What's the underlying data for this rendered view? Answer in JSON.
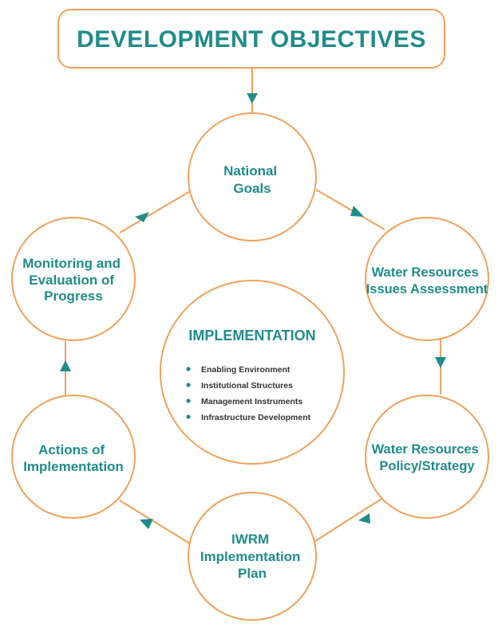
{
  "title": "DEVELOPMENT OBJECTIVES",
  "colors": {
    "accent": "#1f8c8a",
    "outline": "#f0a05a",
    "bullet_text": "#333333"
  },
  "center": {
    "heading": "IMPLEMENTATION",
    "bullets": [
      "Enabling Environment",
      "Institutional Structures",
      "Management Instruments",
      "Infrastructure Development"
    ]
  },
  "nodes": [
    {
      "id": "national-goals",
      "lines": [
        "National",
        "Goals"
      ]
    },
    {
      "id": "water-resources-issues-assessment",
      "lines": [
        "Water Resources",
        "Issues Assessment"
      ]
    },
    {
      "id": "water-resources-policy-strategy",
      "lines": [
        "Water Resources",
        "Policy/Strategy"
      ]
    },
    {
      "id": "iwrm-implementation-plan",
      "lines": [
        "IWRM",
        "Implementation",
        "Plan"
      ]
    },
    {
      "id": "actions-of-implementation",
      "lines": [
        "Actions of",
        "Implementation"
      ]
    },
    {
      "id": "monitoring-and-evaluation",
      "lines": [
        "Monitoring and",
        "Evaluation of",
        "Progress"
      ]
    }
  ],
  "arrows": [
    {
      "id": "title-to-national-goals",
      "icon": "arrow-down-icon"
    },
    {
      "id": "national-goals-to-issues",
      "icon": "arrow-right-icon"
    },
    {
      "id": "issues-to-policy",
      "icon": "arrow-down-icon"
    },
    {
      "id": "policy-to-plan",
      "icon": "arrow-left-icon"
    },
    {
      "id": "plan-to-actions",
      "icon": "arrow-left-icon"
    },
    {
      "id": "actions-to-monitoring",
      "icon": "arrow-up-icon"
    },
    {
      "id": "monitoring-to-national-goals",
      "icon": "arrow-right-icon"
    }
  ]
}
